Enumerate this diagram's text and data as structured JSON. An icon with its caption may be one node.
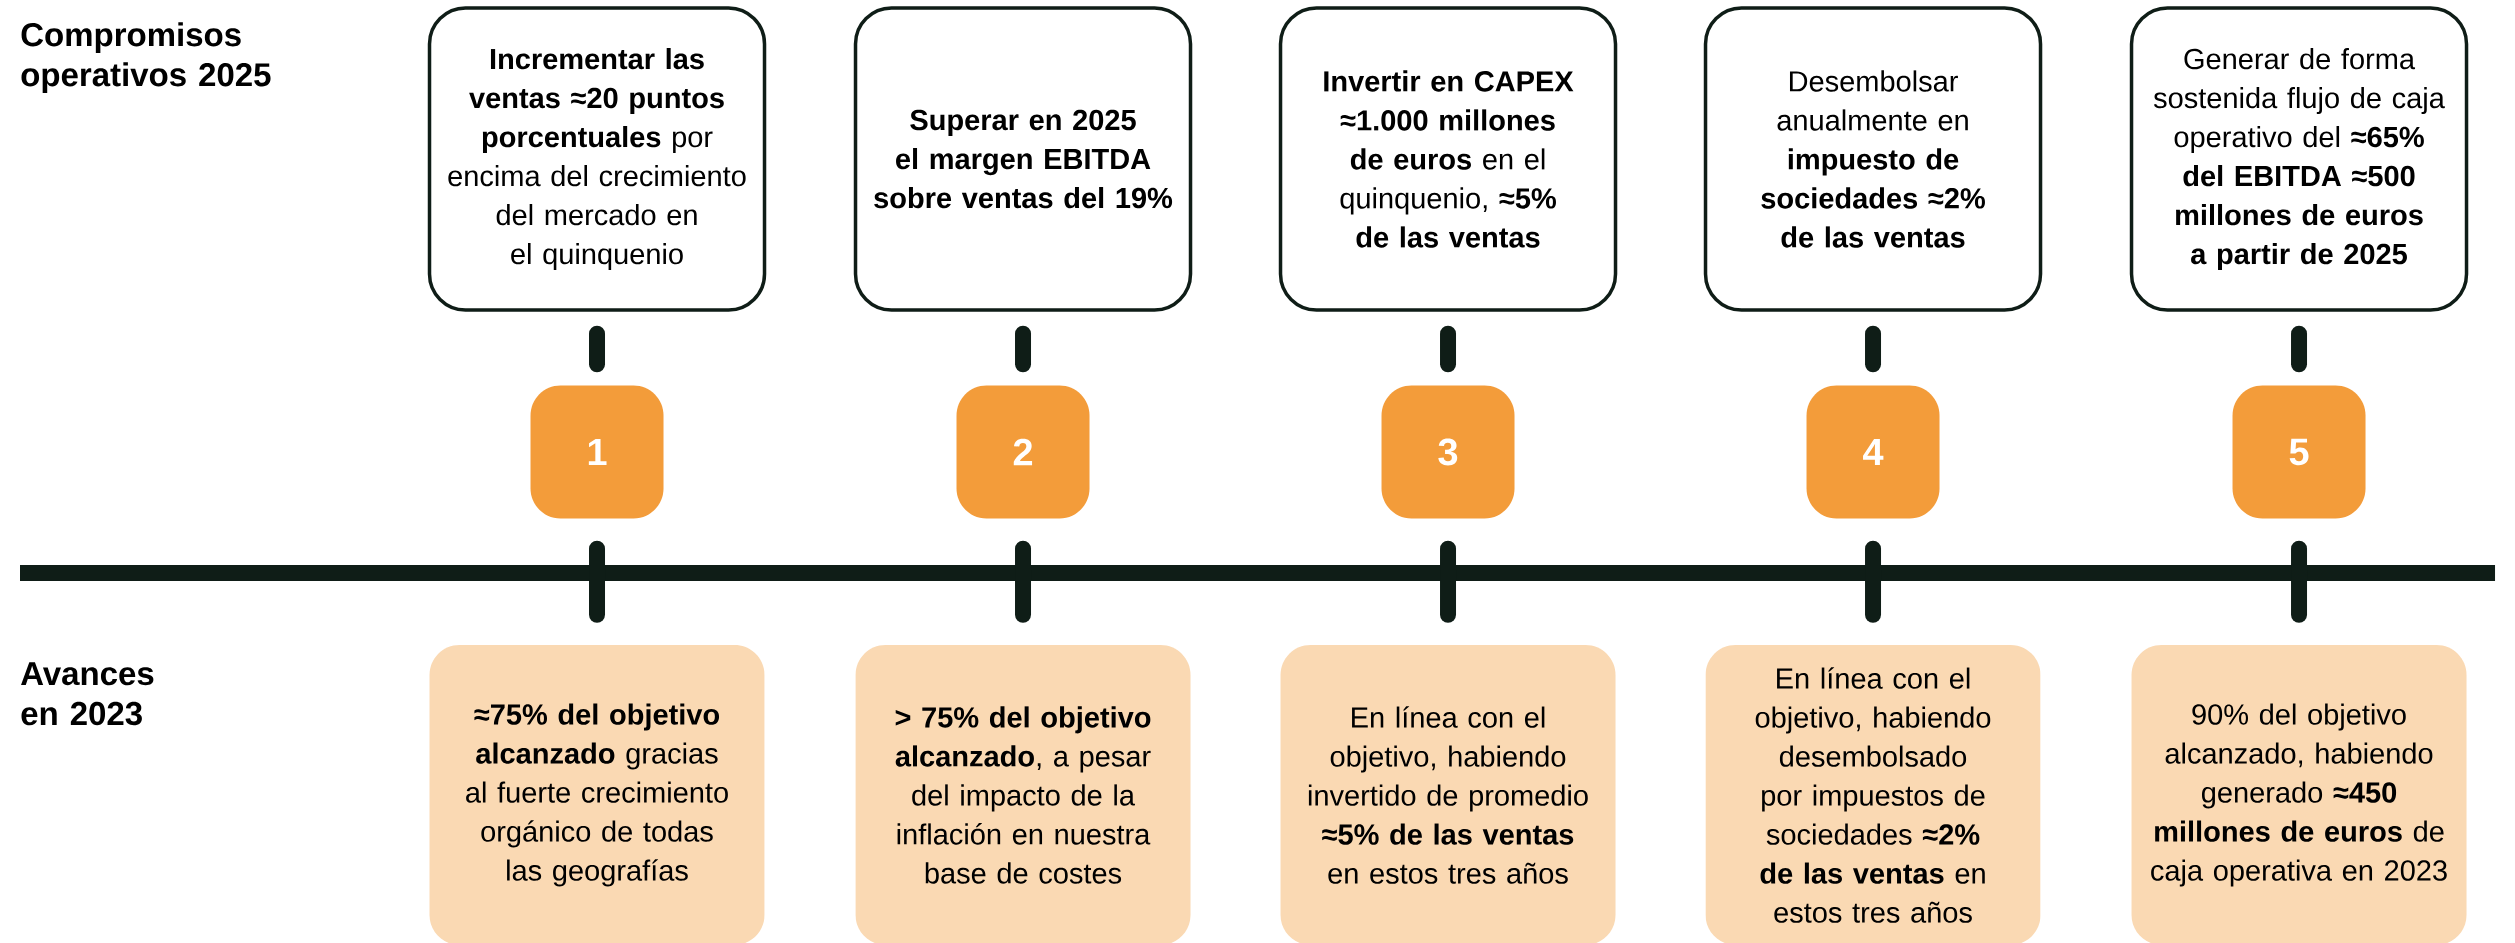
{
  "diagram": {
    "nodes": [
      {
        "text": [
          "**Incrementar las ventas ≈20 puntos porcentuales** por encima del crecimiento del mercado en el quinquenio"
        ]
      },
      {
        "text": [
          "Superar en 2025 el margen EBITDA sobre ventas del 19%"
        ]
      },
      {
        "text": [
          "**Invertir en CAPEX ≈1.000 millones de euros** en el quinquenio, **≈5% de las ventas**"
        ]
      },
      {
        "text": [
          "Desembolsar anualmente en **impuesto de sociedades ≈2% de las ventas**"
        ]
      },
      {
        "text": [
          "Generar de forma sostenida flujo de caja operativo del **≈65% del EBITDA ≈500 millones de euros a partir de 2025**"
        ]
      },
      {
        "text": [
          "1"
        ]
      },
      {
        "text": [
          "2"
        ]
      },
      {
        "text": [
          "3"
        ]
      },
      {
        "text": [
          "4"
        ]
      },
      {
        "text": [
          "5"
        ]
      },
      {
        "text": [
          "**≈75% del objetivo alcanzado** gracias al fuerte crecimiento orgánico de todas las geografías"
        ]
      },
      {
        "text": [
          "**> 75% del objetivo alcanzado**, a pesar del impacto de la inflación en nuestra base de costes"
        ]
      },
      {
        "text": [
          "En línea con el objetivo, habiendo invertido de promedio **≈5% de las ventas** en estos tres años"
        ]
      },
      {
        "text": [
          "En línea con el objetivo, habiendo desembolsado por impuestos de sociedades **≈2% de las ventas** en estos tres años"
        ]
      },
      {
        "text": [
          "90% del objetivo alcanzado, habiendo generado **≈450 millones de euros** de caja operativa en 2023"
        ]
      }
    ],
    "edges": [
      {
        "from": 0,
        "to": 5,
        "arrow": "none"
      },
      {
        "from": 1,
        "to": 6,
        "arrow": "none"
      },
      {
        "from": 2,
        "to": 7,
        "arrow": "none"
      },
      {
        "from": 3,
        "to": 8,
        "arrow": "none"
      },
      {
        "from": 4,
        "to": 9,
        "arrow": "none"
      },
      {
        "from": 5,
        "to": 10,
        "arrow": "none"
      },
      {
        "from": 6,
        "to": 11,
        "arrow": "none"
      },
      {
        "from": 7,
        "to": 12,
        "arrow": "none"
      },
      {
        "from": 8,
        "to": 13,
        "arrow": "none"
      },
      {
        "from": 9,
        "to": 14,
        "arrow": "none"
      }
    ],
    "labels": [
      "Compromisos operativos 2025",
      "Avances en 2023"
    ]
  }
}
